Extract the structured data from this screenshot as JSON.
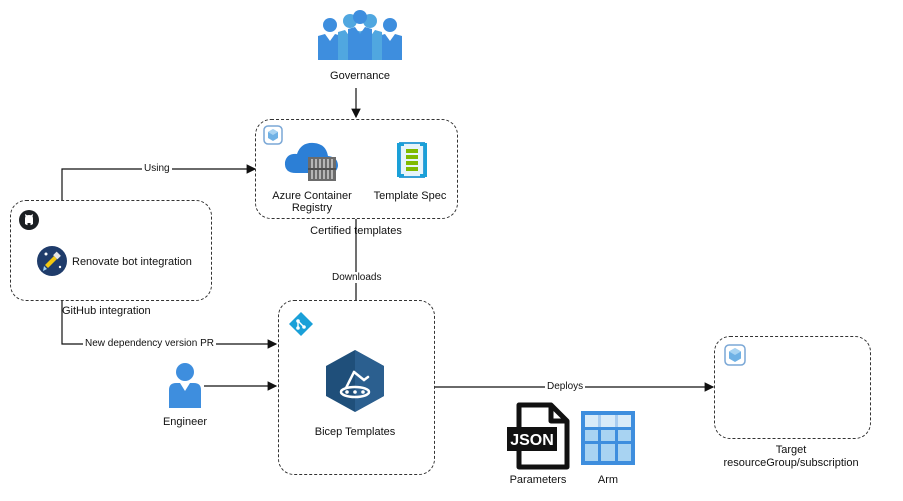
{
  "nodes": {
    "governance": {
      "label": "Governance"
    },
    "certified": {
      "label": "Certified templates",
      "acr_label": "Azure Container Registry",
      "template_spec_label": "Template Spec"
    },
    "github": {
      "label": "GitHub integration",
      "renovate_label": "Renovate bot integration"
    },
    "bicep_group": {
      "label": "Bicep Templates"
    },
    "engineer": {
      "label": "Engineer"
    },
    "target": {
      "label": "Target resourceGroup/subscription"
    },
    "parameters": {
      "label": "Parameters",
      "badge": "JSON"
    },
    "arm": {
      "label": "Arm"
    }
  },
  "edges": {
    "using": "Using",
    "downloads": "Downloads",
    "new_dependency": "New dependency version PR",
    "deploys": "Deploys"
  },
  "colors": {
    "azure_blue": "#3e8ede",
    "light_blue": "#50a7e0",
    "dark_navy": "#1f3c6b",
    "green": "#8cc63f",
    "yellow": "#f2c811"
  }
}
